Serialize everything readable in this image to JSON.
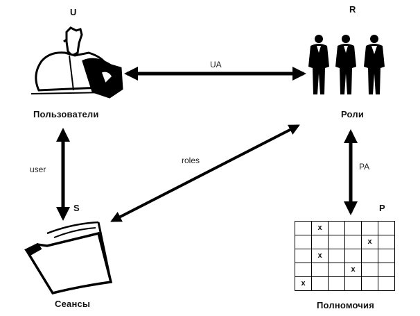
{
  "nodes": {
    "users": {
      "letter": "U",
      "caption": "Пользователи",
      "icon": "person-at-computer-icon"
    },
    "roles": {
      "letter": "R",
      "caption": "Роли",
      "icon": "three-men-in-tuxedos-icon"
    },
    "sessions": {
      "letter": "S",
      "caption": "Сеансы",
      "icon": "folder-icon"
    },
    "permissions": {
      "letter": "P",
      "caption": "Полномочия",
      "icon": "permission-matrix-icon"
    }
  },
  "edges": {
    "ua": {
      "label": "UA",
      "from": "U",
      "to": "R",
      "direction": "bidirectional"
    },
    "user": {
      "label": "user",
      "from": "U",
      "to": "S",
      "direction": "bidirectional"
    },
    "roles": {
      "label": "roles",
      "from": "S",
      "to": "R",
      "direction": "bidirectional"
    },
    "pa": {
      "label": "PA",
      "from": "R",
      "to": "P",
      "direction": "bidirectional"
    }
  },
  "permission_matrix": {
    "rows": 5,
    "cols": 6,
    "mark": "x",
    "cells": [
      [
        "",
        "x",
        "",
        "",
        "",
        ""
      ],
      [
        "",
        "",
        "",
        "",
        "x",
        ""
      ],
      [
        "",
        "x",
        "",
        "",
        "",
        ""
      ],
      [
        "",
        "",
        "",
        "x",
        "",
        ""
      ],
      [
        "x",
        "",
        "",
        "",
        "",
        ""
      ]
    ]
  }
}
